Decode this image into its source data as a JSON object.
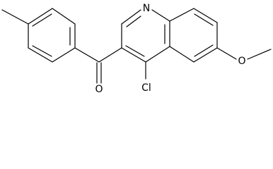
{
  "diagram": {
    "type": "chemical-structure",
    "atoms": {
      "nitrogen": "N",
      "oxygen_carbonyl": "O",
      "oxygen_methoxy": "O",
      "chlorine": "Cl"
    },
    "colors": {
      "bond": "#000000",
      "label": "#000000",
      "background": "#ffffff"
    }
  }
}
